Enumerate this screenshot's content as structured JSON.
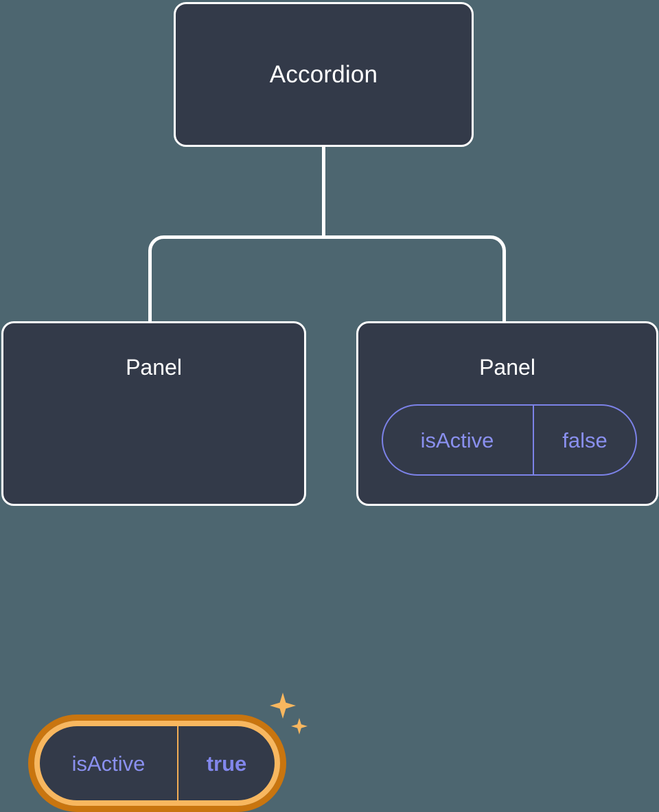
{
  "theme": {
    "canvas_background": "#4d6670",
    "node_fill": "#333a49",
    "node_border": "#ffffff",
    "connector": "#ffffff",
    "prop_text": "#8a90ef",
    "prop_border": "#7c82e8",
    "highlight_outer": "#c9750f",
    "highlight_inner": "#f8b75f",
    "sparkle": "#f8b75f"
  },
  "diagram": {
    "type": "component-tree",
    "root": {
      "label": "Accordion"
    },
    "children": [
      {
        "label": "Panel",
        "highlighted": true,
        "prop": {
          "key": "isActive",
          "value": "true",
          "value_bold": true
        },
        "sparkle_icons": [
          "sparkle-large-icon",
          "sparkle-small-icon"
        ]
      },
      {
        "label": "Panel",
        "highlighted": false,
        "prop": {
          "key": "isActive",
          "value": "false",
          "value_bold": false
        }
      }
    ]
  }
}
